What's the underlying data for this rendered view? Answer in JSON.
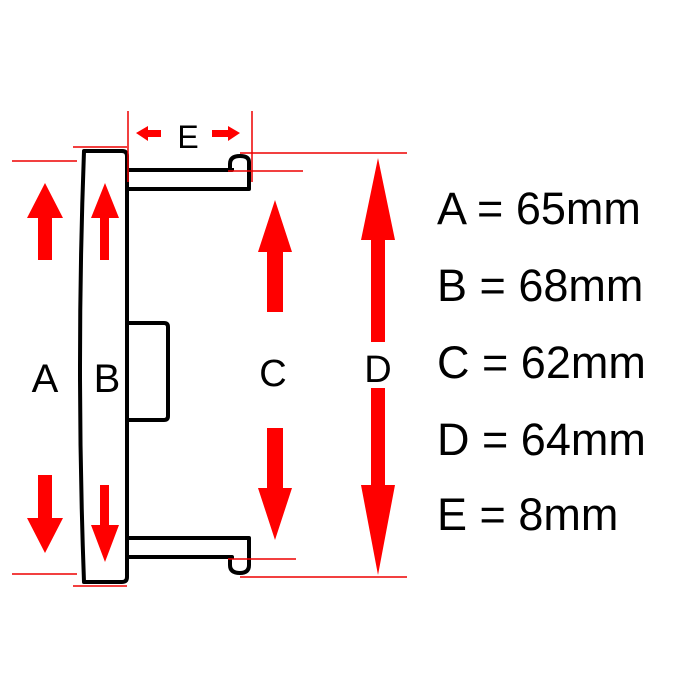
{
  "diagram": {
    "dimension_labels": {
      "a": "A",
      "b": "B",
      "c": "C",
      "d": "D",
      "e": "E"
    },
    "specs": [
      {
        "label": "A",
        "value": "65mm"
      },
      {
        "label": "B",
        "value": "68mm"
      },
      {
        "label": "C",
        "value": "62mm"
      },
      {
        "label": "D",
        "value": "64mm"
      },
      {
        "label": "E",
        "value": "8mm"
      }
    ],
    "colors": {
      "arrow": "#ff0000",
      "outline": "#000000"
    }
  }
}
